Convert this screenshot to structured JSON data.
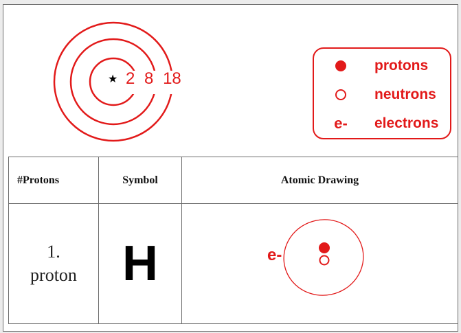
{
  "shell_diagram": {
    "nucleus_symbol": "★",
    "shell_counts": [
      "2",
      "8",
      "18"
    ]
  },
  "legend": {
    "items": [
      {
        "symbol": "filled-circle",
        "label": "protons"
      },
      {
        "symbol": "open-circle",
        "label": "neutrons"
      },
      {
        "symbol": "e-",
        "label": "electrons"
      }
    ]
  },
  "table": {
    "headers": [
      "#Protons",
      "Symbol",
      "Atomic Drawing"
    ],
    "rows": [
      {
        "count_line1": "1.",
        "count_line2": "proton",
        "symbol": "H",
        "drawing_label": "e-"
      }
    ]
  },
  "colors": {
    "accent": "#e21a1a",
    "text": "#000000",
    "border": "#6b6b6b"
  }
}
